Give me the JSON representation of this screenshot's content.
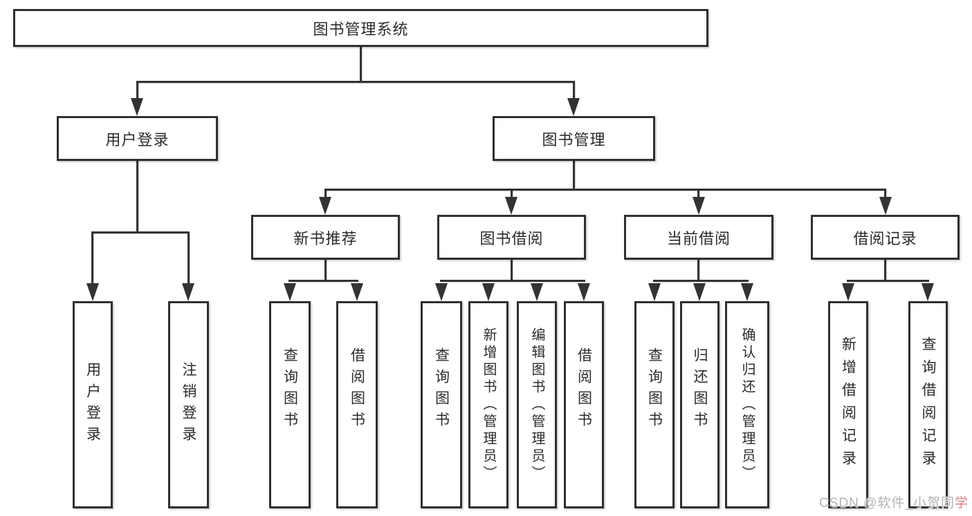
{
  "diagram": {
    "root": {
      "label": "图书管理系统"
    },
    "branches": [
      {
        "label": "用户登录",
        "children": [
          {
            "label": "用户登录"
          },
          {
            "label": "注销登录"
          }
        ]
      },
      {
        "label": "图书管理",
        "children": [
          {
            "label": "新书推荐",
            "children": [
              {
                "label": "查询图书"
              },
              {
                "label": "借阅图书"
              }
            ]
          },
          {
            "label": "图书借阅",
            "children": [
              {
                "label": "查询图书"
              },
              {
                "label": "新增图书（管理员）"
              },
              {
                "label": "编辑图书（管理员）"
              },
              {
                "label": "借阅图书"
              }
            ]
          },
          {
            "label": "当前借阅",
            "children": [
              {
                "label": "查询图书"
              },
              {
                "label": "归还图书"
              },
              {
                "label": "确认归还（管理员）"
              }
            ]
          },
          {
            "label": "借阅记录",
            "children": [
              {
                "label": "新增借阅记录"
              },
              {
                "label": "查询借阅记录"
              }
            ]
          }
        ]
      }
    ]
  },
  "watermark": {
    "prefix": "CSDN @软件_小贺同",
    "accent": "学"
  },
  "colors": {
    "background": "#ffffff",
    "line": "#333333",
    "box_border": "#2f2f2f",
    "text": "#2b2b2b",
    "watermark": "#b3b3b3",
    "watermark_accent": "#d47f7f"
  }
}
